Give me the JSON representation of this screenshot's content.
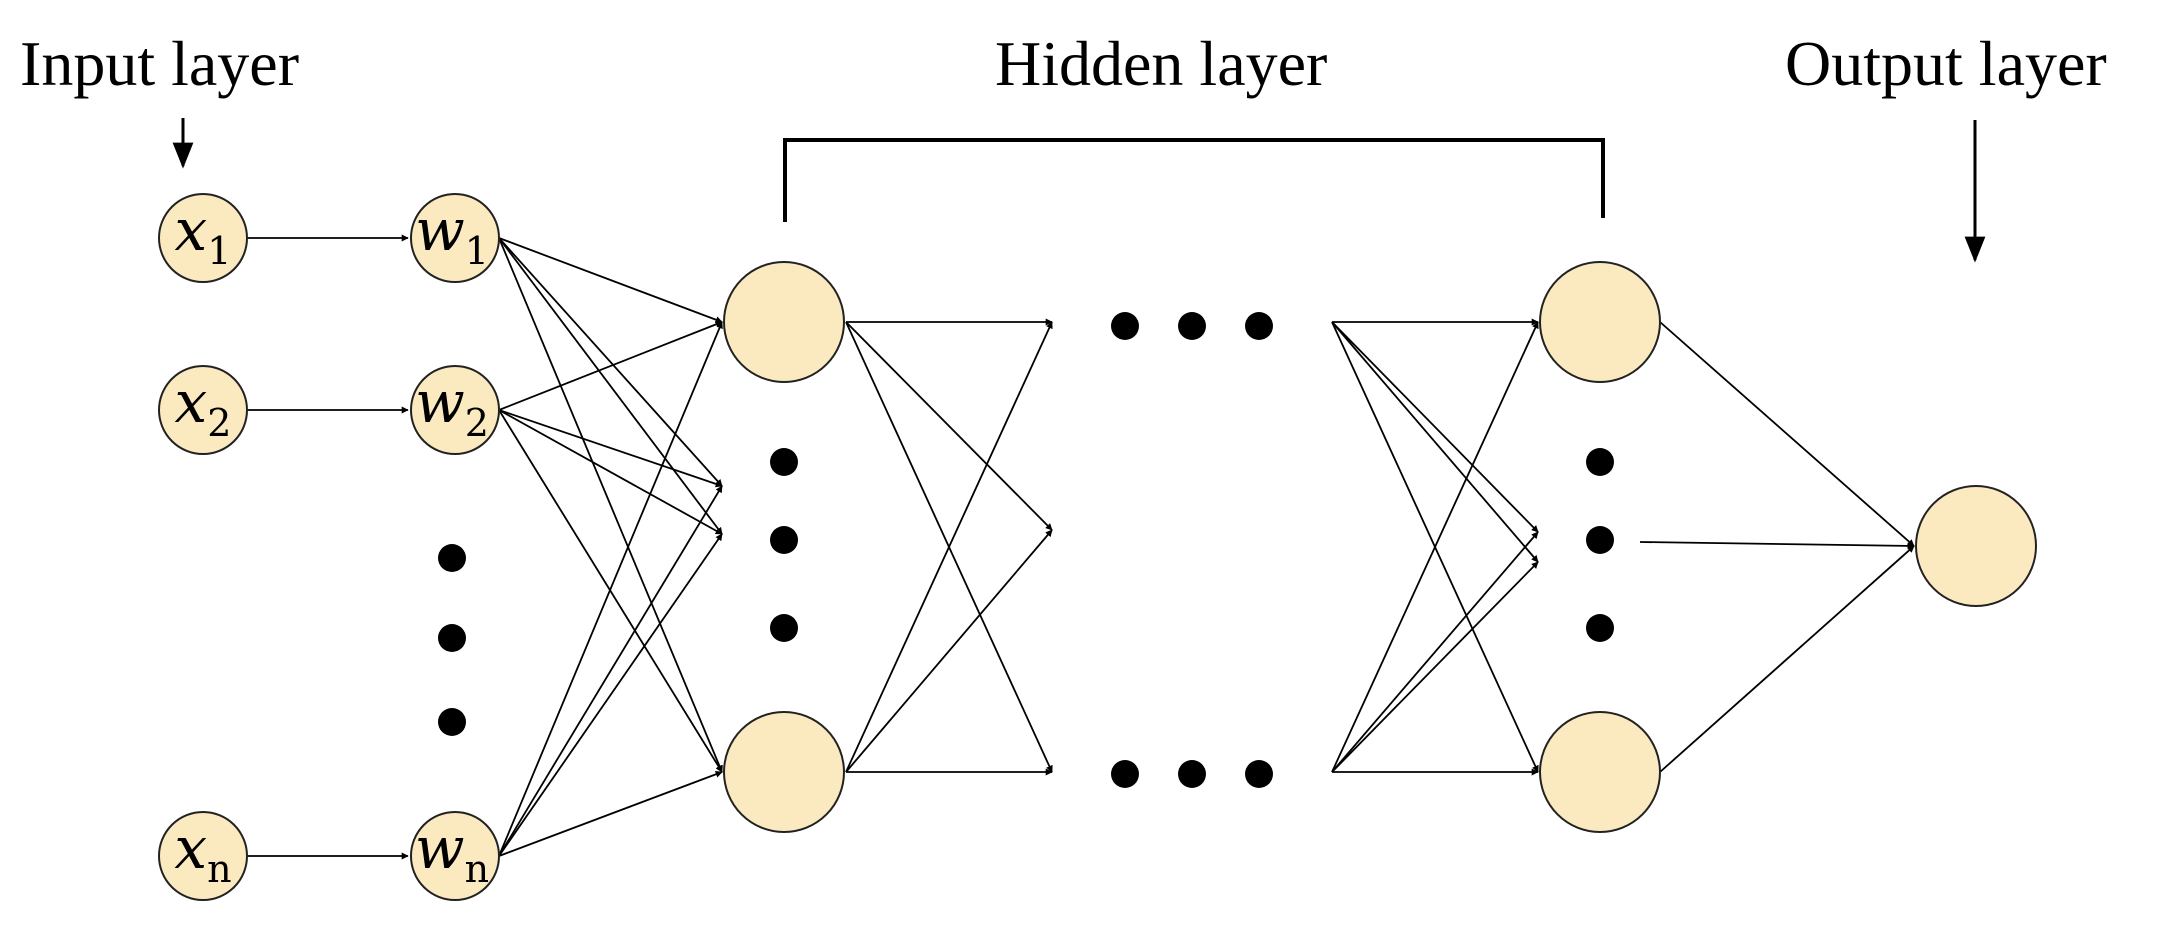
{
  "labels": {
    "input_layer": "Input layer",
    "hidden_layer": "Hidden layer",
    "output_layer": "Output layer"
  },
  "inputs": [
    {
      "base": "x",
      "sub": "1"
    },
    {
      "base": "x",
      "sub": "2"
    },
    {
      "base": "x",
      "sub": "n"
    }
  ],
  "weights": [
    {
      "base": "w",
      "sub": "1"
    },
    {
      "base": "w",
      "sub": "2"
    },
    {
      "base": "w",
      "sub": "n"
    }
  ],
  "colors": {
    "node_fill": "#fbe9bf",
    "node_stroke": "#222222",
    "line": "#000000"
  }
}
